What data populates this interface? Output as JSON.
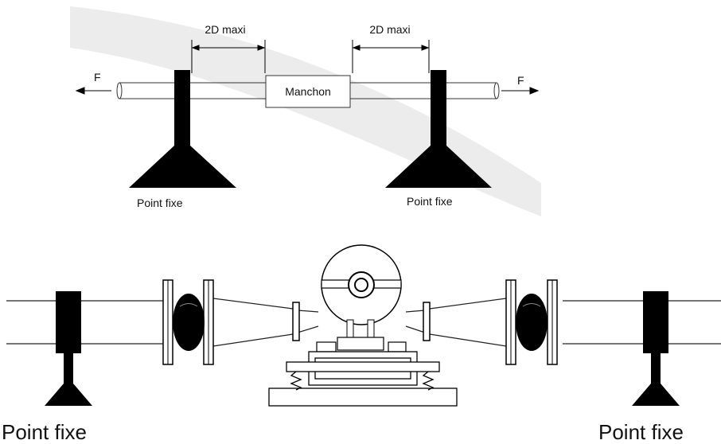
{
  "top_diagram": {
    "dimension_left": "2D maxi",
    "dimension_right": "2D maxi",
    "sleeve_label": "Manchon",
    "force_left": "F",
    "force_right": "F",
    "fixed_point_left": "Point fixe",
    "fixed_point_right": "Point fixe"
  },
  "bottom_diagram": {
    "fixed_point_left": "Point fixe",
    "fixed_point_right": "Point fixe"
  }
}
